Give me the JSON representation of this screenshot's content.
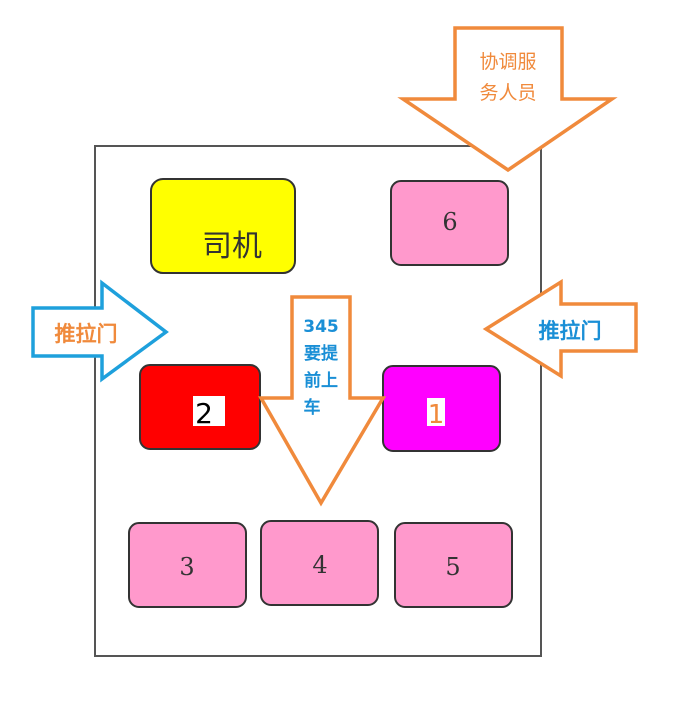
{
  "seats": {
    "driver": {
      "label": "司机",
      "color": "#ffff00"
    },
    "seat_6": {
      "label": "6",
      "color": "#ff99cc"
    },
    "seat_2": {
      "label": "2",
      "color": "#ff0000"
    },
    "seat_1": {
      "label": "1",
      "color": "#ff00ff"
    },
    "seat_3": {
      "label": "3",
      "color": "#ff99cc"
    },
    "seat_4": {
      "label": "4",
      "color": "#ff99cc"
    },
    "seat_5": {
      "label": "5",
      "color": "#ff99cc"
    }
  },
  "arrows": {
    "coordinator": {
      "line1": "协调服",
      "line2": "务人员",
      "color": "#f08a3c"
    },
    "left_door": {
      "label": "推拉门",
      "stroke": "#1ea0dc",
      "text_color": "#f08a3c"
    },
    "right_door": {
      "label": "推拉门",
      "stroke": "#f08a3c",
      "text_color": "#1a8fd6"
    },
    "center": {
      "line1": "345",
      "line2": "要提",
      "line3": "前上",
      "line4": "车",
      "stroke": "#f08a3c",
      "text_color": "#1a8fd6"
    }
  },
  "colors": {
    "seat_border": "#333333",
    "vehicle_border": "#555555",
    "arrow_fill": "#ffffff"
  }
}
